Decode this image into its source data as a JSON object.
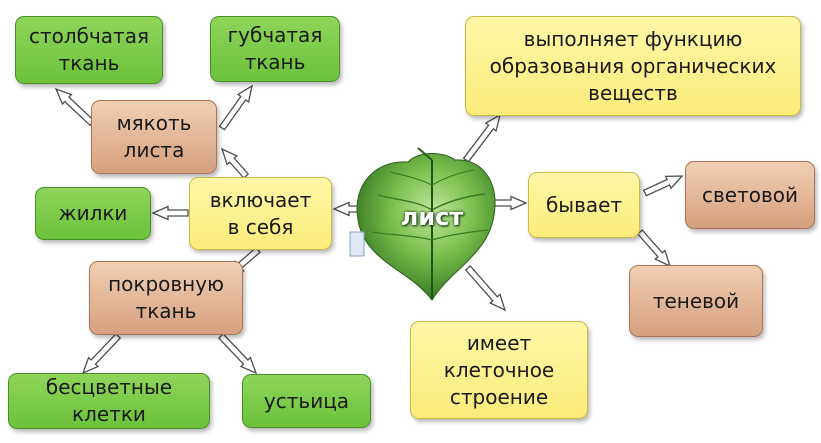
{
  "center": {
    "label": "лист",
    "icon": "leaf-icon"
  },
  "nodes": {
    "stolbchataya": "столбчатая\nткань",
    "gubchataya": "губчатая\nткань",
    "myakot": "мякоть\nлиста",
    "zhilki": "жилки",
    "vklyuchaet": "включает\nв себя",
    "pokrovnaya": "покровную\nткань",
    "bestsvetnye": "бесцветные\nклетки",
    "ustitsa": "устьица",
    "funkciya": "выполняет функцию\nобразования органических\nвеществ",
    "byvaet": "бывает",
    "svetovoy": "световой",
    "tenevoy": "теневой",
    "stroenie": "имеет\nклеточное\nстроение"
  },
  "colors": {
    "green": "#7cc94a",
    "tan": "#e3b796",
    "yellow": "#fdf08e",
    "arrow_fill": "#ffffff",
    "arrow_stroke": "#4d4d4d",
    "leaf_dark": "#2f7d1e",
    "leaf_light": "#b6e08a"
  }
}
